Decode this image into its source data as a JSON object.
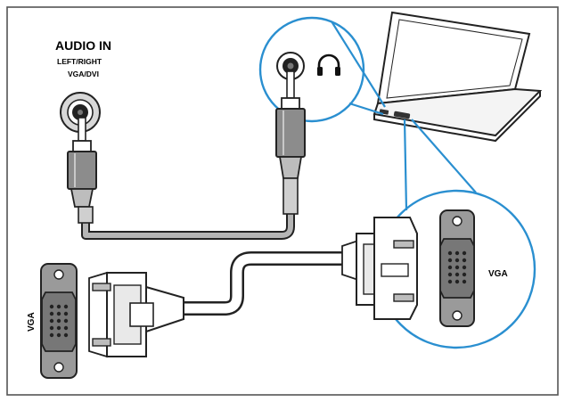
{
  "labels": {
    "audio_in": "AUDIO IN",
    "left_right": "LEFT/RIGHT",
    "vga_dvi": "VGA/DVI",
    "vga_right": "VGA",
    "vga_left": "VGA"
  },
  "icons": {
    "headphone": "headphone-icon"
  },
  "colors": {
    "highlight_blue": "#2a8fd0",
    "cable_gray": "#b5b5b5",
    "connector_gray": "#8c8c8c",
    "line_dark": "#222222",
    "frame": "#555555"
  }
}
